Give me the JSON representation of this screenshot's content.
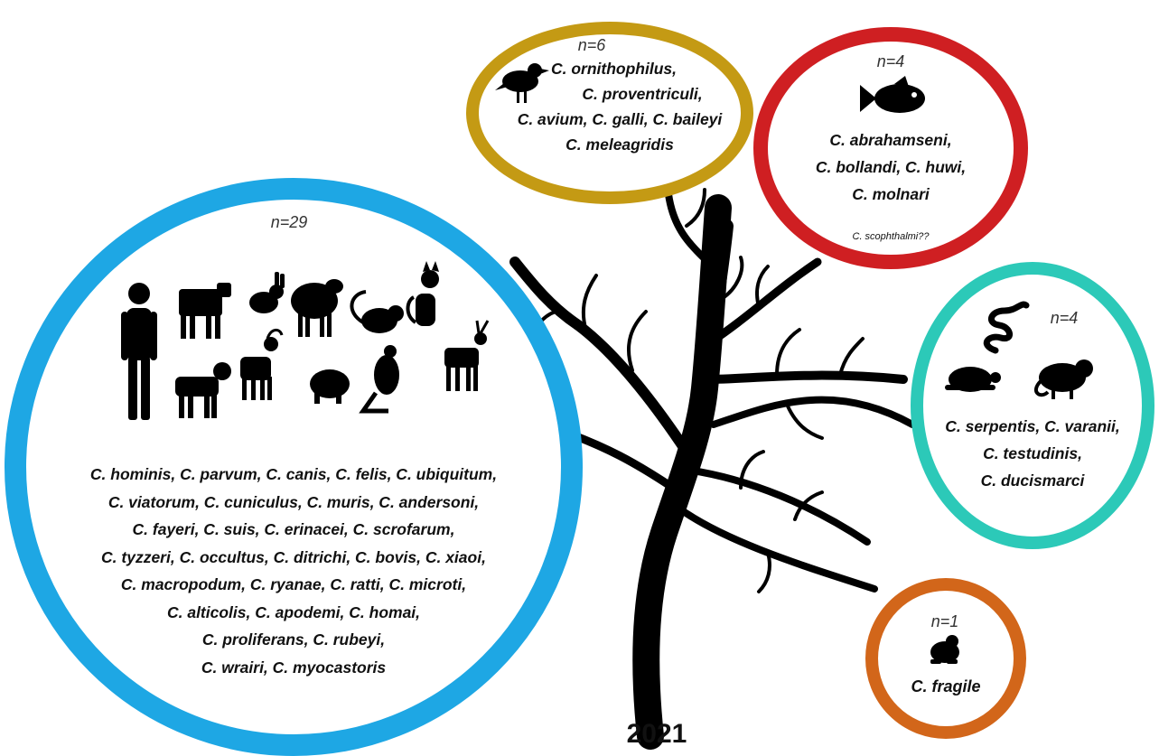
{
  "year": "2021",
  "colors": {
    "mammals_ring": "#1ea7e4",
    "birds_ring": "#c49a14",
    "fish_ring": "#cf1f22",
    "reptiles_ring": "#2cc9b8",
    "amphibians_ring": "#d2661a",
    "tree": "#000000"
  },
  "groups": {
    "mammals": {
      "count": "n=29",
      "icons": [
        "human-icon",
        "cow-icon",
        "rabbit-icon",
        "sheep-icon",
        "rat-icon",
        "cat-icon",
        "dog-icon",
        "goat-icon",
        "pig-icon",
        "kangaroo-icon",
        "deer-icon"
      ],
      "species": [
        "C. hominis, C. parvum, C. canis, C. felis, C. ubiquitum,",
        "C. viatorum, C. cuniculus, C. muris, C. andersoni,",
        "C. fayeri, C. suis, C. erinacei, C. scrofarum,",
        "C. tyzzeri, C. occultus, C. ditrichi, C. bovis, C. xiaoi,",
        "C. macropodum, C. ryanae, C. ratti, C. microti,",
        "C. alticolis, C. apodemi, C. homai,",
        "C. proliferans, C. rubeyi,",
        "C. wrairi, C. myocastoris"
      ]
    },
    "birds": {
      "count": "n=6",
      "icons": [
        "bird-icon"
      ],
      "species": [
        "C. ornithophilus,",
        "C. proventriculi,",
        "C. avium, C. galli, C. baileyi",
        "C. meleagridis"
      ]
    },
    "fish": {
      "count": "n=4",
      "icons": [
        "fish-icon"
      ],
      "species": [
        "C. abrahamseni,",
        "C. bollandi, C. huwi,",
        "C. molnari"
      ],
      "note": "C. scophthalmi??"
    },
    "reptiles": {
      "count": "n=4",
      "icons": [
        "snake-icon",
        "turtle-icon",
        "chameleon-icon"
      ],
      "species": [
        "C. serpentis, C. varanii,",
        "C. testudinis,",
        "C. ducismarci"
      ]
    },
    "amphibians": {
      "count": "n=1",
      "icons": [
        "frog-icon"
      ],
      "species": [
        "C. fragile"
      ]
    }
  }
}
